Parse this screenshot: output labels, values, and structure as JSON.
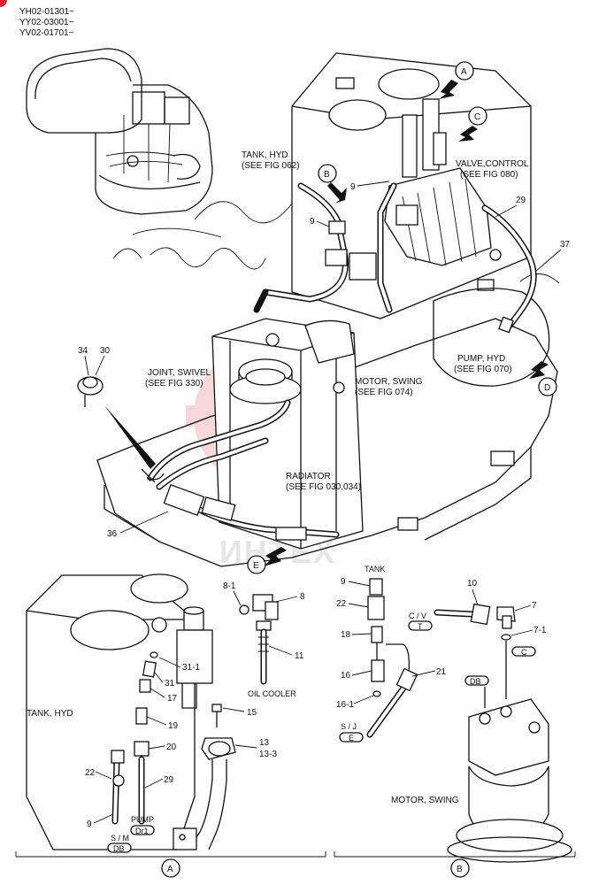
{
  "header": {
    "serials": [
      "YH02-01301~",
      "YY02-03001~",
      "YV02-01701~"
    ],
    "accent_color": "#e8202a"
  },
  "watermark": {
    "text": "ИНТЕХ",
    "color": "#f4b8bb"
  },
  "main_view": {
    "callout_letters": [
      "A",
      "B",
      "C",
      "D",
      "E"
    ],
    "labels": {
      "tank_hyd": "TANK, HYD",
      "tank_hyd_ref": "(SEE FIG 062)",
      "valve_control": "VALVE,CONTROL",
      "valve_control_ref": "(SEE FIG 080)",
      "joint_swivel": "JOINT, SWIVEL",
      "joint_swivel_ref": "(SEE FIG 330)",
      "motor_swing": "MOTOR, SWING",
      "motor_swing_ref": "(SEE FIG 074)",
      "pump_hyd": "PUMP, HYD",
      "pump_hyd_ref": "(SEE FIG 070)",
      "radiator": "RADIATOR",
      "radiator_ref": "(SEE FIG 030,034)"
    },
    "part_numbers": [
      "9",
      "9",
      "29",
      "37",
      "34",
      "30",
      "36"
    ]
  },
  "detail_a": {
    "letter": "A",
    "labels": {
      "tank_hyd": "TANK, HYD",
      "oil_cooler": "OIL COOLER",
      "sm": "S / M",
      "sm_tag": "DB",
      "pump": "PUMP",
      "pump_tag": "Dr1"
    },
    "part_numbers": [
      "8-1",
      "8",
      "11",
      "31-1",
      "31",
      "17",
      "15",
      "19",
      "20",
      "13",
      "13-3",
      "22",
      "29",
      "9"
    ]
  },
  "detail_b": {
    "letter": "B",
    "labels": {
      "tank": "TANK",
      "cv": "C / V",
      "cv_tag": "T",
      "c_tag": "C",
      "db_tag": "DB",
      "sj": "S / J",
      "sj_tag": "E",
      "motor_swing": "MOTOR, SWING"
    },
    "part_numbers": [
      "9",
      "22",
      "18",
      "16",
      "16-1",
      "21",
      "10",
      "7",
      "7-1"
    ]
  }
}
